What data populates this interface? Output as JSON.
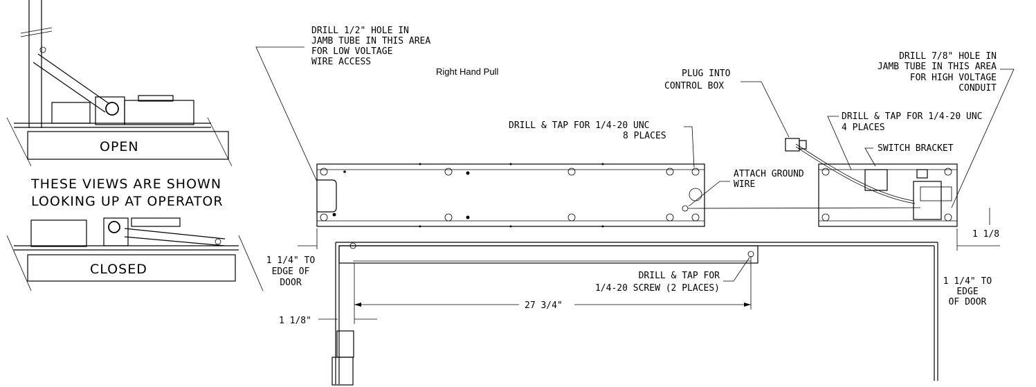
{
  "views": {
    "open_label": "OPEN",
    "closed_label": "CLOSED",
    "note_line1": "THESE VIEWS ARE SHOWN",
    "note_line2": "LOOKING UP AT OPERATOR"
  },
  "title": "Right Hand Pull",
  "notes": {
    "low_voltage": [
      "DRILL 1/2\" HOLE IN",
      "JAMB TUBE IN THIS AREA",
      "FOR LOW VOLTAGE",
      "WIRE ACCESS"
    ],
    "high_voltage": [
      "DRILL 7/8\" HOLE IN",
      "JAMB TUBE IN THIS AREA",
      "FOR HIGH VOLTAGE",
      "CONDUIT"
    ],
    "plug": [
      "PLUG INTO",
      "CONTROL BOX"
    ],
    "tap8": [
      "DRILL & TAP FOR 1/4-20 UNC",
      "8 PLACES"
    ],
    "tap4": [
      "DRILL & TAP FOR 1/4-20 UNC",
      "4 PLACES"
    ],
    "switch_bracket": "SWITCH BRACKET",
    "ground": [
      "ATTACH GROUND",
      "WIRE"
    ],
    "tap_screw": [
      "DRILL & TAP FOR",
      "1/4-20 SCREW (2 PLACES)"
    ]
  },
  "dimensions": {
    "left_edge": [
      "1 1/4\" TO",
      "EDGE OF",
      "DOOR"
    ],
    "right_edge": [
      "1 1/4\" TO",
      "EDGE",
      "OF DOOR"
    ],
    "right_offset": "1 1/8",
    "left_offset": "1 1/8\"",
    "span": "27 3/4\""
  }
}
